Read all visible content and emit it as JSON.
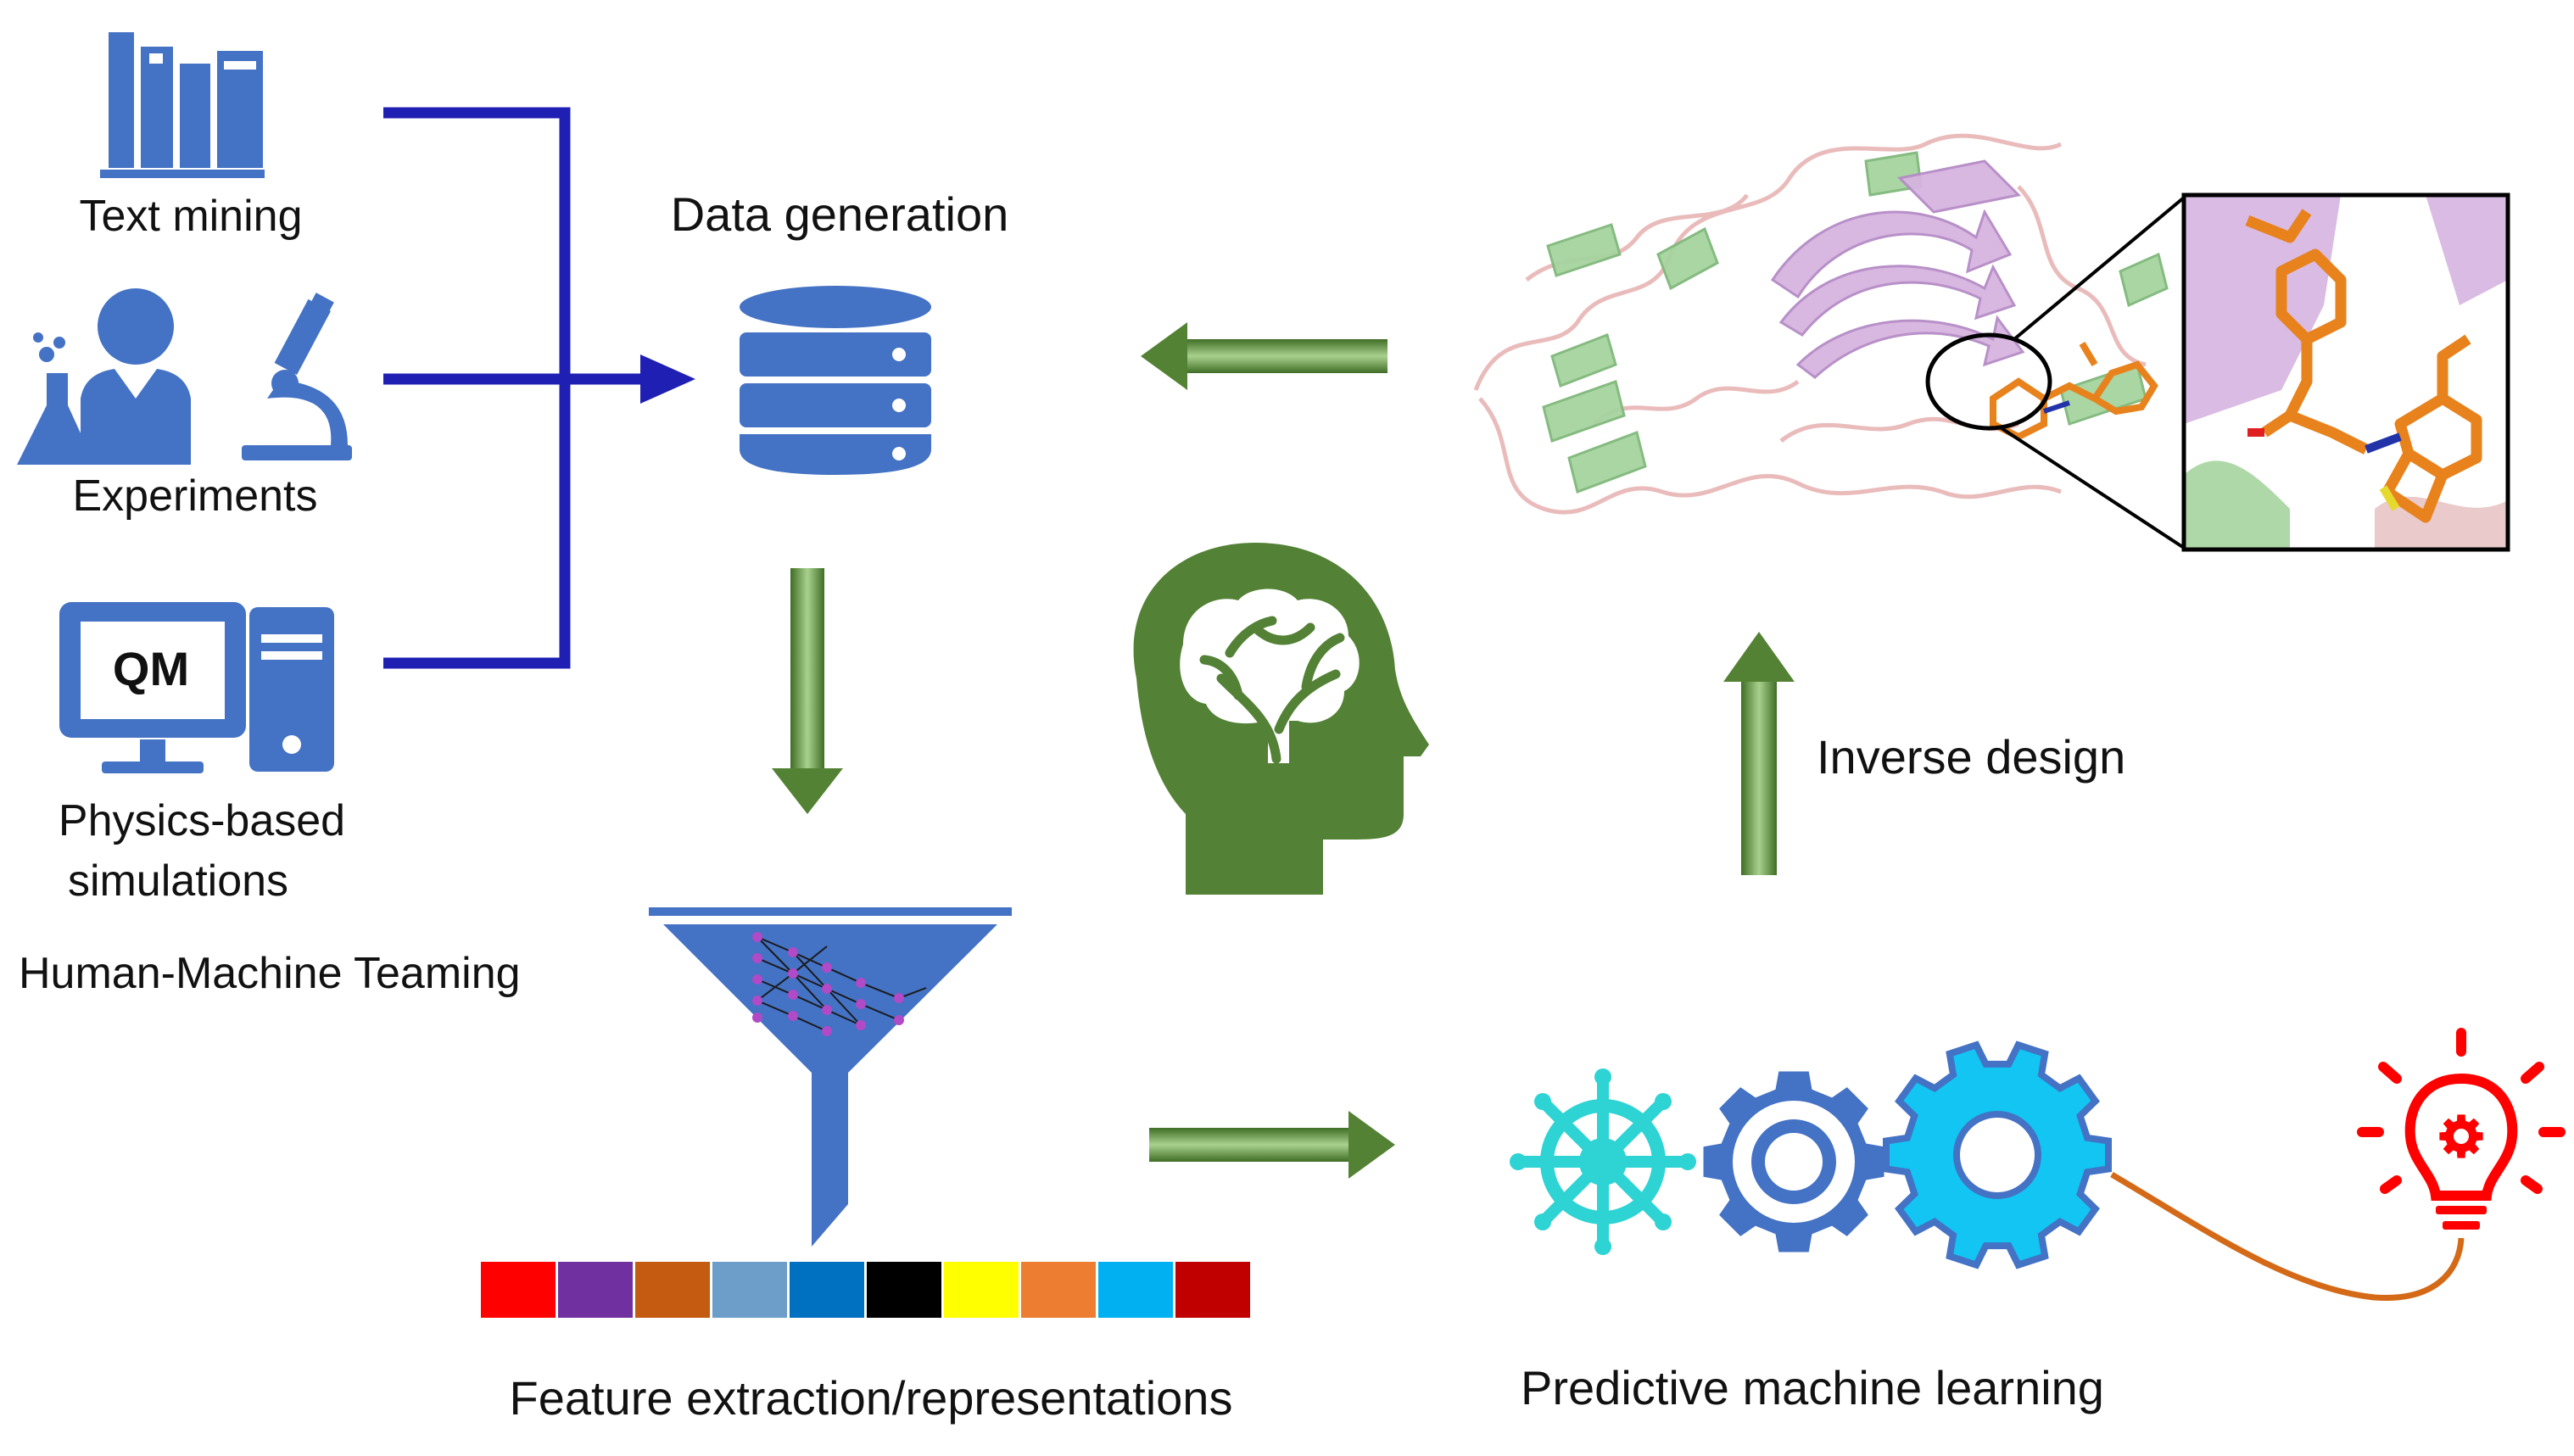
{
  "labels": {
    "text_mining": "Text mining",
    "experiments": "Experiments",
    "physics_line1": "Physics-based",
    "physics_line2": "simulations",
    "human_machine": "Human-Machine Teaming",
    "data_generation": "Data generation",
    "inverse_design": "Inverse design",
    "feature_extraction": "Feature extraction/representations",
    "predictive_ml": "Predictive machine learning",
    "qm": "QM"
  },
  "icons": {
    "books": "books-icon",
    "scientist": "scientist-icon",
    "flask": "flask-icon",
    "microscope": "microscope-icon",
    "computer": "computer-icon",
    "database": "database-icon",
    "brain": "brain-head-icon",
    "funnel": "funnel-icon",
    "helm": "ship-wheel-icon",
    "gear_small": "gear-outline-icon",
    "gear_large": "gear-icon",
    "lightbulb": "lightbulb-icon",
    "protein": "protein-structure-image"
  },
  "feature_colors": [
    "#ff0000",
    "#7030a0",
    "#c55a11",
    "#6d9ec9",
    "#0070c0",
    "#000000",
    "#ffff00",
    "#ed7d31",
    "#00b0f0",
    "#c00000"
  ],
  "colors": {
    "icon_blue": "#4472c4",
    "connector_blue": "#1f1fb4",
    "arrow_green": "#548235",
    "brain_green": "#538135",
    "helm_teal": "#2ed3d3",
    "gear_cyan": "#12c5f2",
    "bulb_red": "#ff0000",
    "wire_orange": "#d46a17"
  }
}
